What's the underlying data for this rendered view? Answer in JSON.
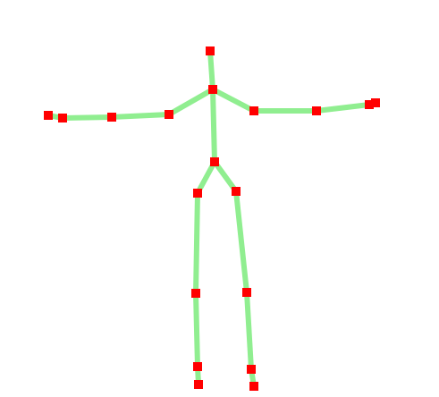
{
  "colors": {
    "background": "#ffffff",
    "bone": "#90ee90",
    "joint": "#ff0000"
  },
  "joints": [
    {
      "id": "head"
    },
    {
      "id": "neck"
    },
    {
      "id": "right-shoulder"
    },
    {
      "id": "right-elbow"
    },
    {
      "id": "right-wrist"
    },
    {
      "id": "right-hand"
    },
    {
      "id": "right-fingertip"
    },
    {
      "id": "left-shoulder"
    },
    {
      "id": "left-elbow"
    },
    {
      "id": "left-wrist"
    },
    {
      "id": "left-hand"
    },
    {
      "id": "pelvis"
    },
    {
      "id": "right-hip"
    },
    {
      "id": "right-knee"
    },
    {
      "id": "right-ankle"
    },
    {
      "id": "right-foot"
    },
    {
      "id": "left-hip"
    },
    {
      "id": "left-knee"
    },
    {
      "id": "left-ankle"
    },
    {
      "id": "left-foot"
    }
  ],
  "bones": [
    [
      "head",
      "neck"
    ],
    [
      "neck",
      "right-shoulder"
    ],
    [
      "right-shoulder",
      "right-elbow"
    ],
    [
      "right-elbow",
      "right-wrist"
    ],
    [
      "right-wrist",
      "right-hand"
    ],
    [
      "right-hand",
      "right-fingertip"
    ],
    [
      "neck",
      "left-shoulder"
    ],
    [
      "left-shoulder",
      "left-elbow"
    ],
    [
      "left-elbow",
      "left-wrist"
    ],
    [
      "left-wrist",
      "left-hand"
    ],
    [
      "neck",
      "pelvis"
    ],
    [
      "pelvis",
      "right-hip"
    ],
    [
      "right-hip",
      "right-knee"
    ],
    [
      "right-knee",
      "right-ankle"
    ],
    [
      "right-ankle",
      "right-foot"
    ],
    [
      "pelvis",
      "left-hip"
    ],
    [
      "left-hip",
      "left-knee"
    ],
    [
      "left-knee",
      "left-ankle"
    ],
    [
      "left-ankle",
      "left-foot"
    ]
  ]
}
